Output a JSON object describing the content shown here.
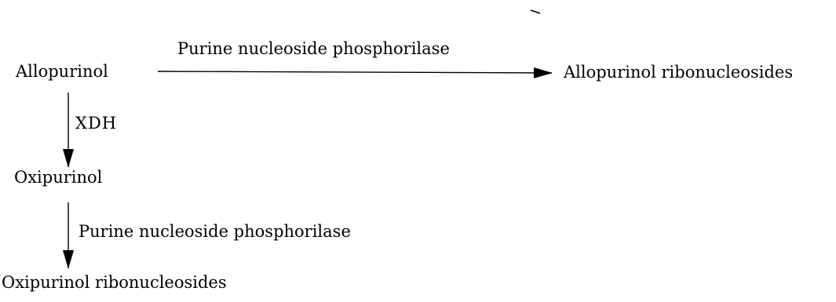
{
  "nodes": {
    "allopurinol": "Allopurinol",
    "allopurinol_ribonucleosides": "Allopurinol ribonucleosides",
    "oxipurinol": "Oxipurinol",
    "oxipurinol_ribonucleosides": "Oxipurinol ribonucleosides"
  },
  "edges": {
    "allopurinol_to_ribonucleosides": "Purine nucleoside phosphorilase",
    "allopurinol_to_oxipurinol": "XDH",
    "oxipurinol_to_ribonucleosides": "Purine nucleoside phosphorilase"
  },
  "colors": {
    "ink": "#000000",
    "background": "#ffffff"
  }
}
